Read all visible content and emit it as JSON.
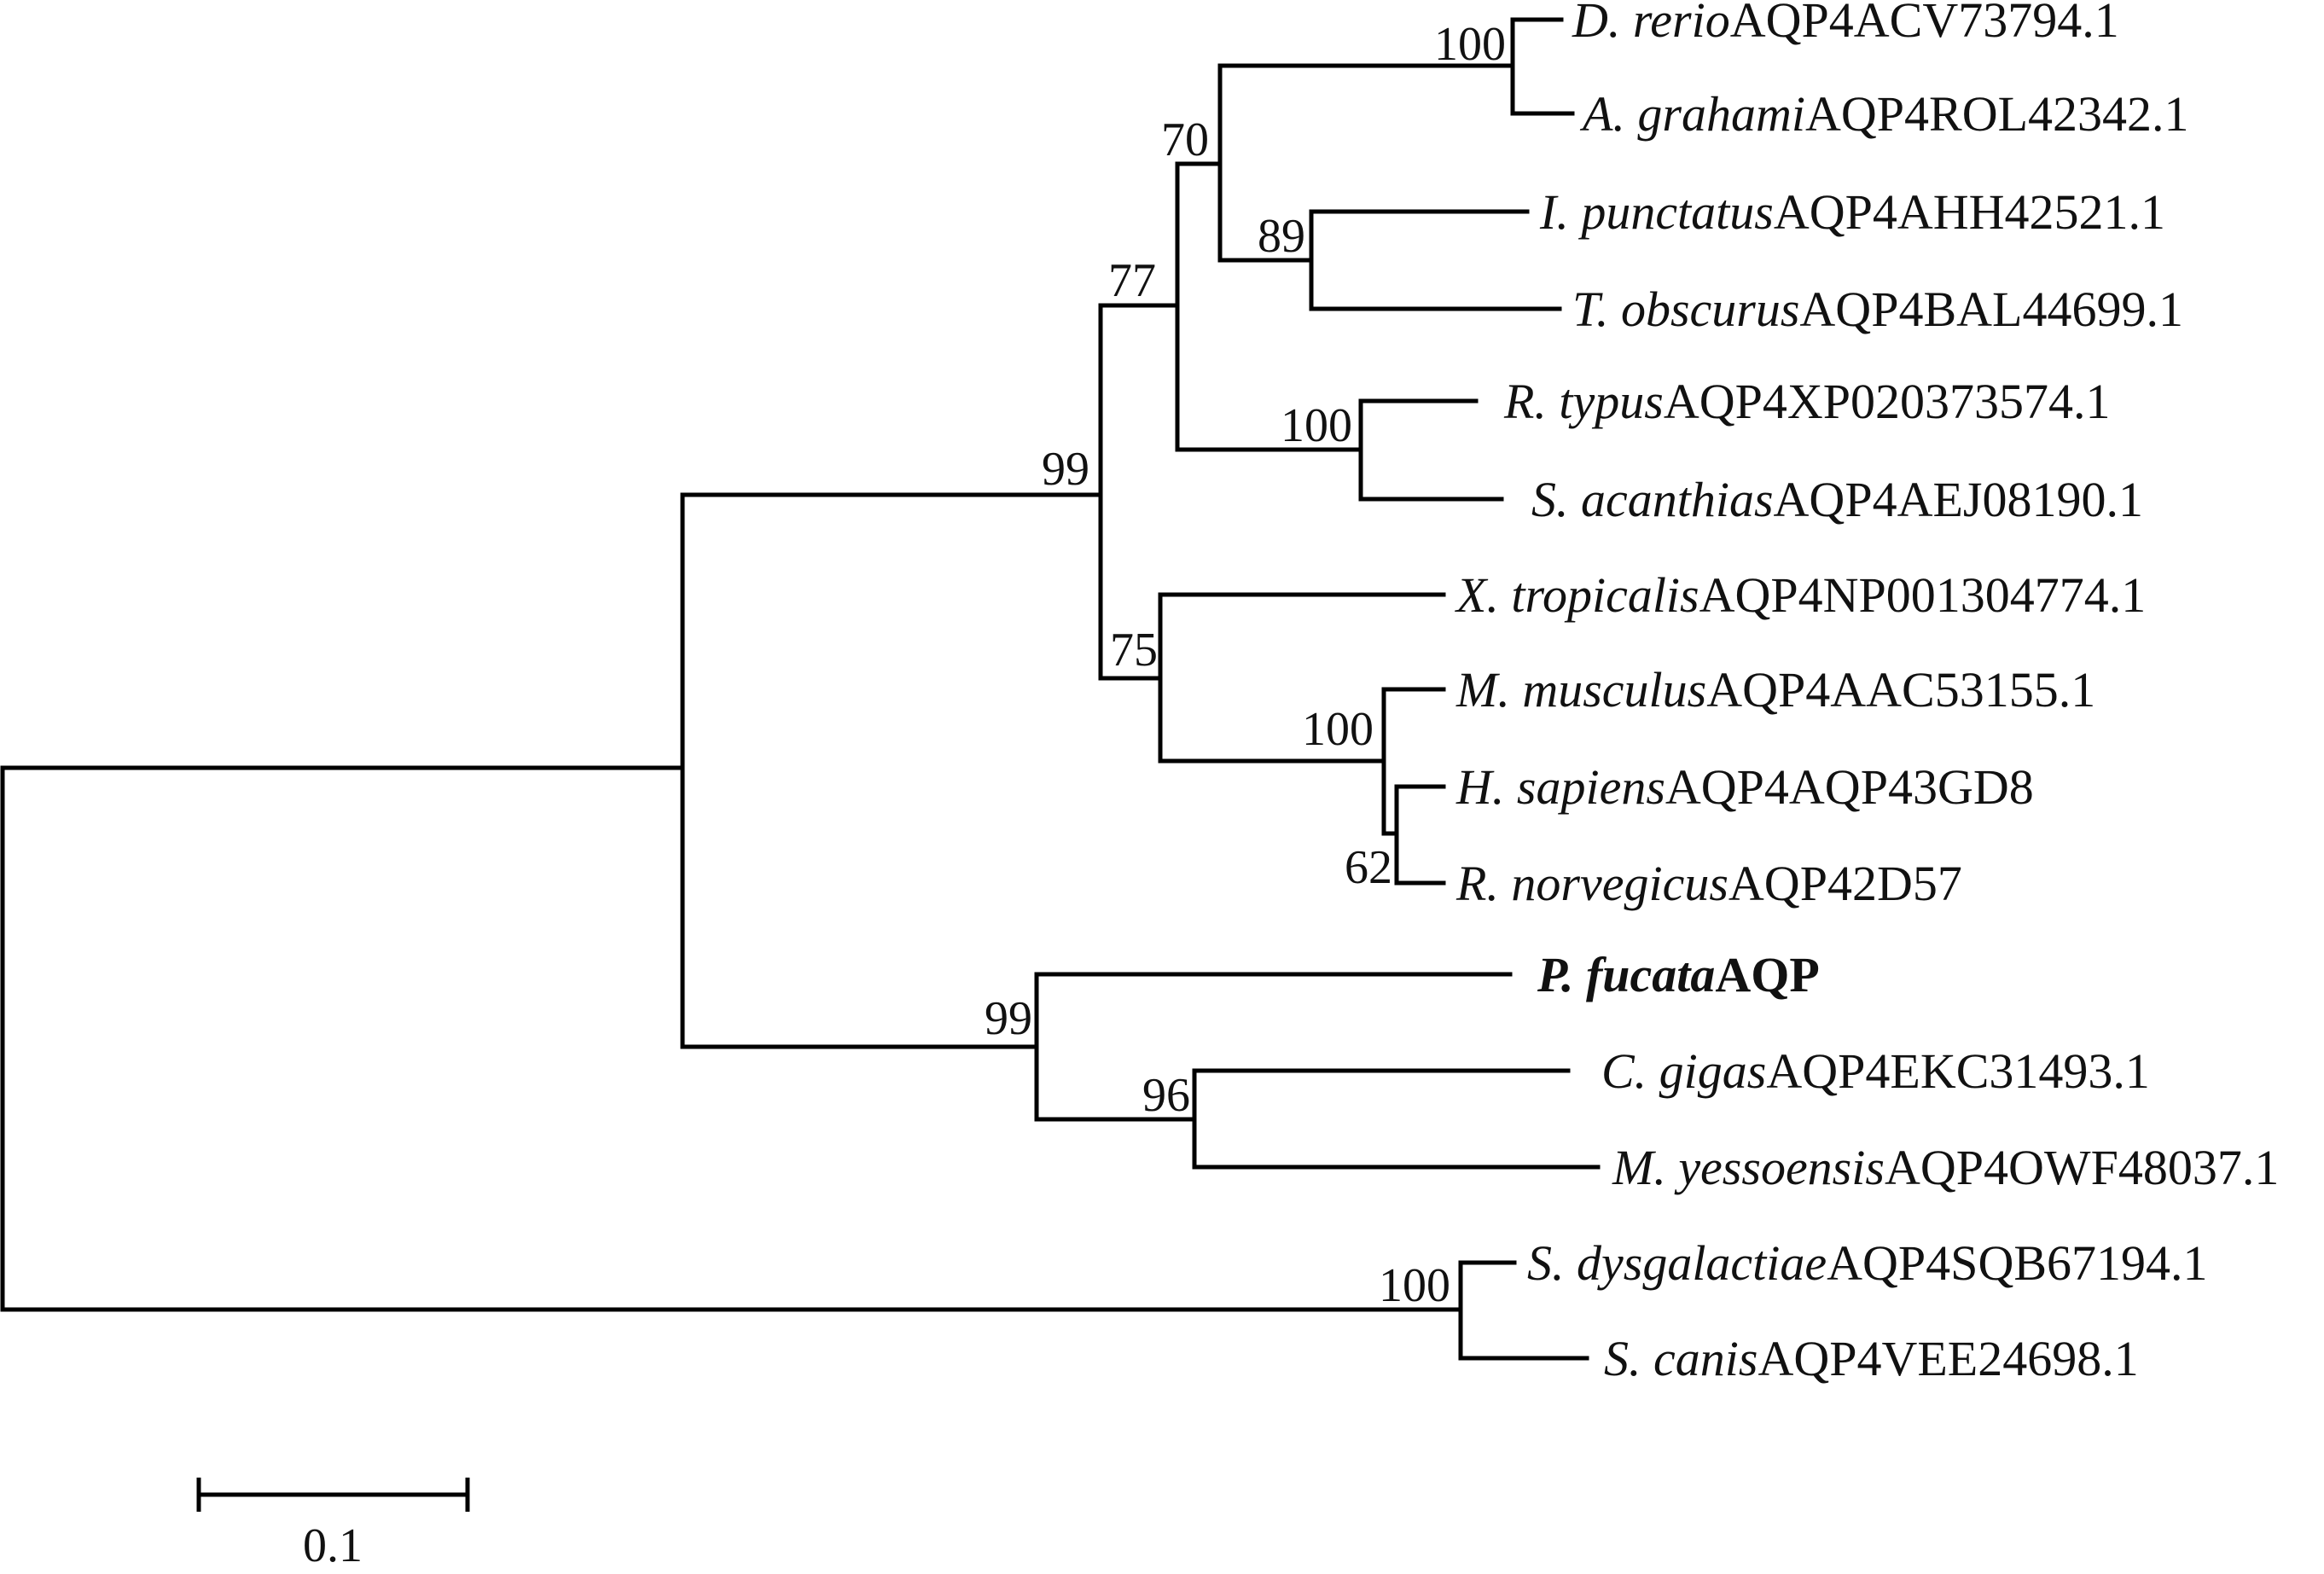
{
  "taxa": [
    {
      "species": "D. rerio",
      "accession": "AQP4ACV73794.1",
      "bold": false
    },
    {
      "species": "A. grahami",
      "accession": "AQP4ROL42342.1",
      "bold": false
    },
    {
      "species": "I. punctatus",
      "accession": "AQP4AHH42521.1",
      "bold": false
    },
    {
      "species": "T. obscurus",
      "accession": "AQP4BAL44699.1",
      "bold": false
    },
    {
      "species": "R. typus",
      "accession": "AQP4XP020373574.1",
      "bold": false
    },
    {
      "species": "S. acanthias",
      "accession": "AQP4AEJ08190.1",
      "bold": false
    },
    {
      "species": "X. tropicalis",
      "accession": "AQP4NP001304774.1",
      "bold": false
    },
    {
      "species": "M. musculus",
      "accession": "AQP4AAC53155.1",
      "bold": false
    },
    {
      "species": "H. sapiens",
      "accession": "AQP4AQP43GD8",
      "bold": false
    },
    {
      "species": "R. norvegicus",
      "accession": "AQP42D57",
      "bold": false
    },
    {
      "species": "P. fucata",
      "accession": "AQP",
      "bold": true
    },
    {
      "species": "C. gigas",
      "accession": "AQP4EKC31493.1",
      "bold": false
    },
    {
      "species": "M. yessoensis",
      "accession": "AQP4OWF48037.1",
      "bold": false
    },
    {
      "species": "S. dysgalactiae",
      "accession": "AQP4SQB67194.1",
      "bold": false
    },
    {
      "species": "S. canis",
      "accession": "AQP4VEE24698.1",
      "bold": false
    }
  ],
  "bootstrap": {
    "rerio_grahami": "100",
    "fish_group": "70",
    "punctatus_obscurus": "89",
    "bony_shark": "77",
    "shark": "100",
    "vertebrate": "99",
    "tetrapod": "75",
    "mammal": "100",
    "human_rat": "62",
    "bivalve": "99",
    "gigas_yessoensis": "96",
    "streptococcus": "100"
  },
  "scale": {
    "label": "0.1"
  }
}
